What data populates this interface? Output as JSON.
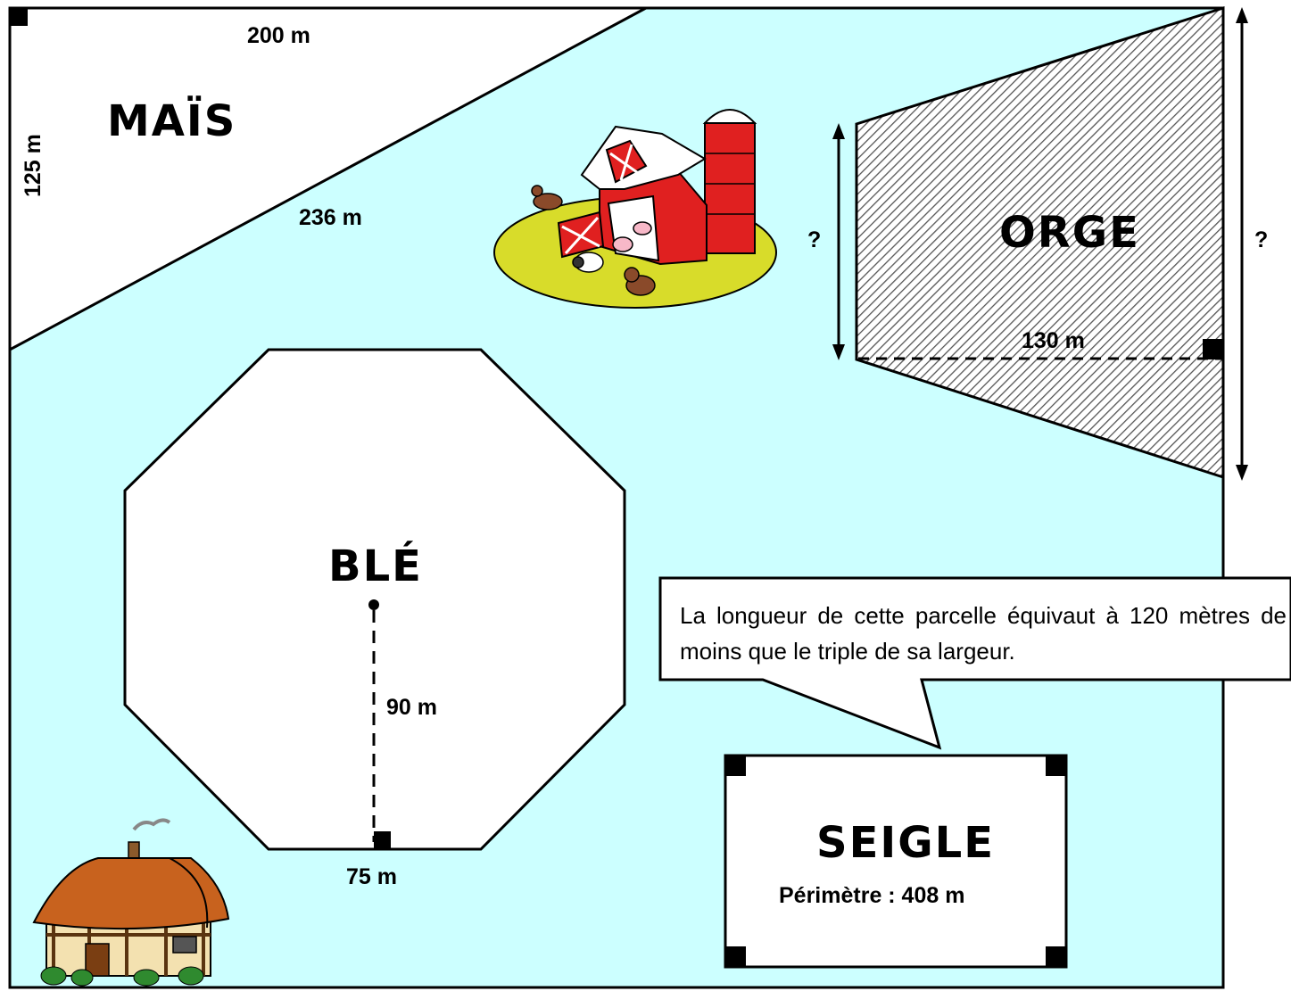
{
  "plots": {
    "mais": {
      "name": "MAÏS",
      "top_side": "200 m",
      "left_side": "125 m",
      "diagonal": "236 m"
    },
    "orge": {
      "name": "ORGE",
      "height_left": "?",
      "height_right": "?",
      "base": "130 m"
    },
    "ble": {
      "name": "BLÉ",
      "apothem": "90 m",
      "side": "75 m"
    },
    "seigle": {
      "name": "SEIGLE",
      "perimeter": "Périmètre : 408 m",
      "speech_bubble": "La longueur de cette parcelle équivaut à 120 mètres de moins que le triple de sa largeur."
    }
  },
  "colors": {
    "field_background": "#ccffff",
    "plot_fill": "#ffffff",
    "barn_red": "#e02020",
    "grass_yellow": "#d8dc2a",
    "roof_brown": "#c8621e"
  },
  "icons": [
    "barn-with-silo-and-animals",
    "cottage-with-chimney"
  ]
}
